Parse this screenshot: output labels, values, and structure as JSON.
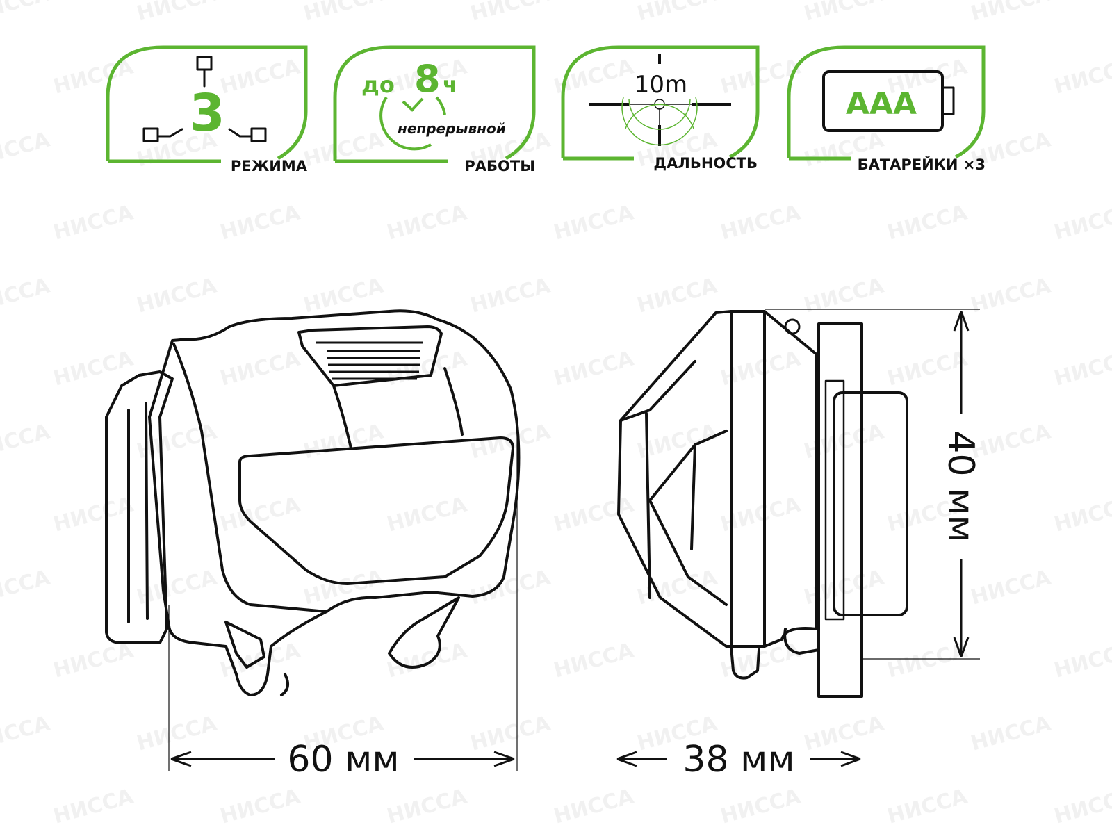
{
  "watermark": "НИССА",
  "colors": {
    "accent": "#5cb531",
    "line": "#111111"
  },
  "badges": [
    {
      "value": "3",
      "label": "РЕЖИМА",
      "icon": "modes-icon"
    },
    {
      "prefix": "до",
      "value": "8",
      "unit": "ч",
      "sub": "непрерывной",
      "label": "РАБОТЫ",
      "icon": "clock-icon"
    },
    {
      "value": "10m",
      "label": "ДАЛЬНОСТЬ",
      "icon": "crosshair-icon"
    },
    {
      "value": "AAA",
      "label": "БАТАРЕЙКИ ×3",
      "icon": "battery-icon"
    }
  ],
  "dimensions": {
    "width": "60 мм",
    "depth": "38 мм",
    "height": "40 мм"
  }
}
